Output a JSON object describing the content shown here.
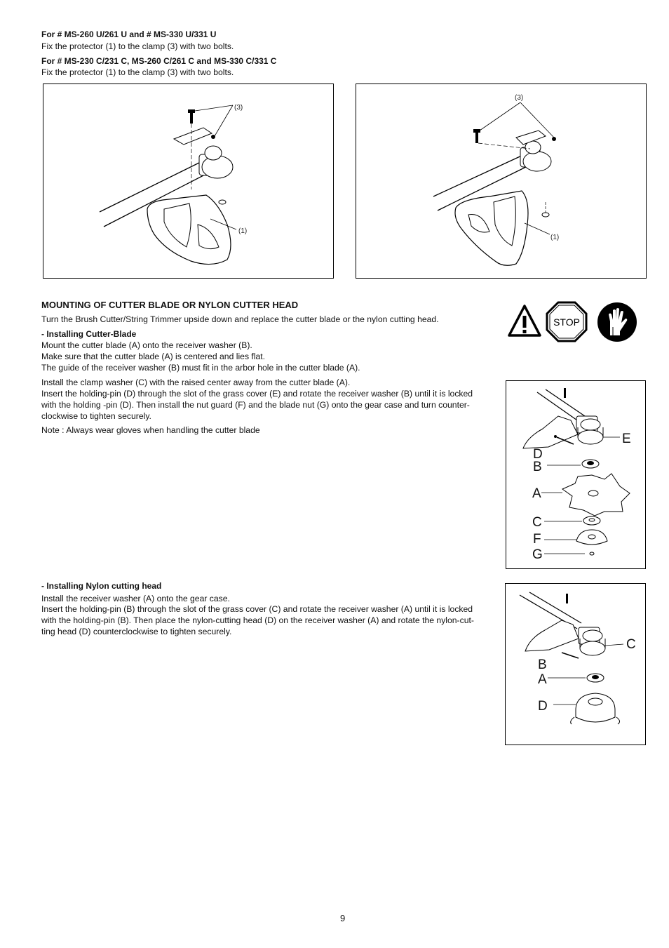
{
  "protector": {
    "u_header": "For # MS-260 U/261 U and # MS-330 U/331 U",
    "u_text": "Fix the protector (1) to the clamp (3) with two bolts.",
    "c_header": "For  # MS-230 C/231 C, MS-260 C/261 C and MS-330 C/331 C",
    "c_text": "Fix the protector (1) to the clamp (3) with two bolts.",
    "fig_left": {
      "clamp": "(3)",
      "protector": "(1)"
    },
    "fig_right": {
      "clamp": "(3)",
      "protector": "(1)"
    }
  },
  "mounting": {
    "title": "MOUNTING OF CUTTER BLADE OR NYLON CUTTER HEAD",
    "intro": "Turn the Brush Cutter/String Trimmer upside down and replace the cutter blade or the nylon cutting head.",
    "stop_label": "STOP",
    "blade": {
      "subtitle": "- Installing Cutter-Blade",
      "lines": [
        "Mount the cutter blade (A) onto the receiver washer (B).",
        "Make sure that the cutter blade (A) is centered and lies flat.",
        "The guide of the receiver washer (B) must fit in the arbor hole in the cutter blade (A)."
      ],
      "lines2": [
        "Install the clamp washer (C) with the raised center away from the cutter blade (A).",
        "Insert the holding-pin (D) through the slot of the grass cover (E) and rotate the receiver washer (B) until it is locked",
        "with the holding -pin (D).  Then install the nut guard (F) and the blade nut (G) onto the gear case and turn counter-",
        "clockwise to tighten securely."
      ],
      "note": "Note : Always wear gloves when handling the cutter blade",
      "labels": {
        "E": "E",
        "D": "D",
        "B": "B",
        "A": "A",
        "C": "C",
        "F": "F",
        "G": "G"
      }
    },
    "nylon": {
      "subtitle": "- Installing Nylon cutting head",
      "lines": [
        "Install the receiver washer (A) onto the gear case.",
        "Insert the holding-pin (B) through the slot of the grass cover (C) and rotate the receiver washer (A) until it is locked",
        "with the holding-pin (B).  Then place the nylon-cutting head (D) on the receiver washer (A) and rotate the nylon-cut-",
        "ting head (D) counterclockwise to tighten securely."
      ],
      "labels": {
        "C": "C",
        "B": "B",
        "A": "A",
        "D": "D"
      }
    }
  },
  "page_number": "9"
}
